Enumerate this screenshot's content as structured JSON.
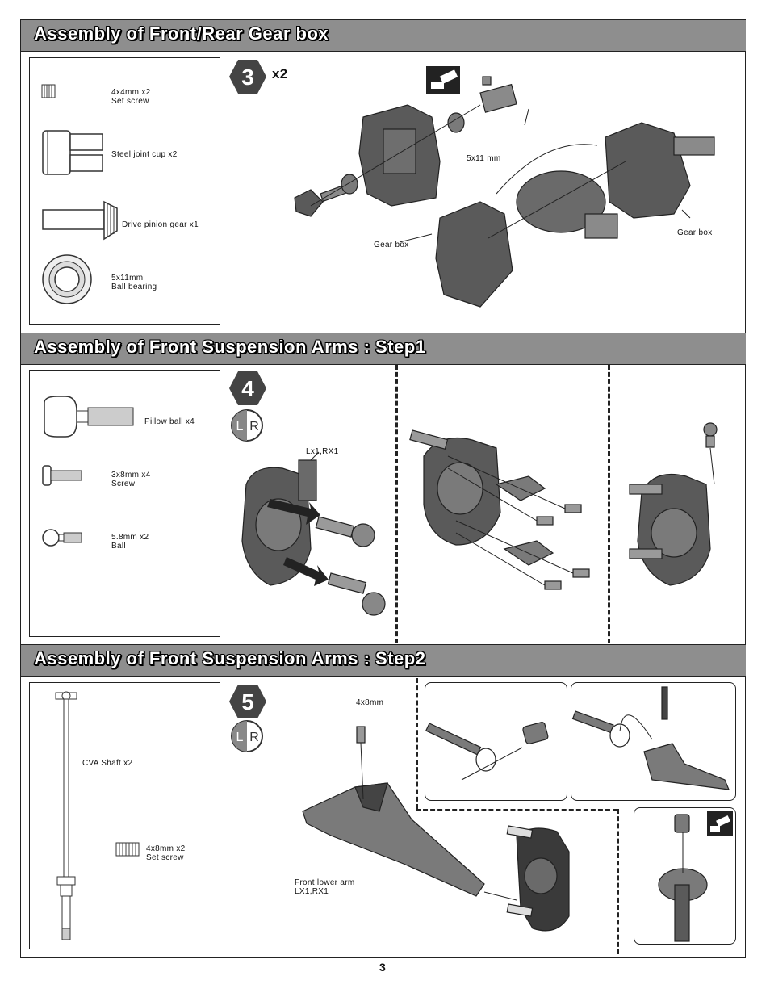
{
  "sections": {
    "gearbox": {
      "title": "Assembly of Front/Rear Gear box",
      "step": "3",
      "multiplier": "x2",
      "parts": [
        {
          "icon": "set-screw-icon",
          "label": "4x4mm x2\nSet screw"
        },
        {
          "icon": "joint-cup-icon",
          "label": "Steel  joint cup x2"
        },
        {
          "icon": "pinion-gear-icon",
          "label": "Drive pinion gear x1"
        },
        {
          "icon": "ball-bearing-icon",
          "label": "5x11mm\nBall bearing"
        }
      ],
      "callouts": {
        "bearing": "5x11 mm",
        "gearbox_left": "Gear box",
        "gearbox_right": "Gear box"
      }
    },
    "suspension1": {
      "title": "Assembly of Front Suspension Arms : Step1",
      "step": "4",
      "lr": {
        "l": "L",
        "r": "R"
      },
      "parts": [
        {
          "icon": "pillow-ball-icon",
          "label": "Pillow ball x4"
        },
        {
          "icon": "screw-icon",
          "label": "3x8mm x4\nScrew"
        },
        {
          "icon": "ball-icon",
          "label": "5.8mm x2\nBall"
        }
      ],
      "callouts": {
        "knuckle": "Lx1,RX1"
      }
    },
    "suspension2": {
      "title": "Assembly of Front Suspension Arms : Step2",
      "step": "5",
      "lr": {
        "l": "L",
        "r": "R"
      },
      "parts": [
        {
          "icon": "cva-shaft-icon",
          "label": "CVA Shaft x2"
        },
        {
          "icon": "set-screw-icon",
          "label": "4x8mm x2\nSet screw"
        }
      ],
      "callouts": {
        "screw": "4x8mm",
        "arm": "Front lower arm\nLX1,RX1"
      }
    }
  },
  "page_number": "3",
  "colors": {
    "header": "#8e8e8e",
    "part": "#5a5a5a",
    "part_light": "#8a8a8a"
  }
}
